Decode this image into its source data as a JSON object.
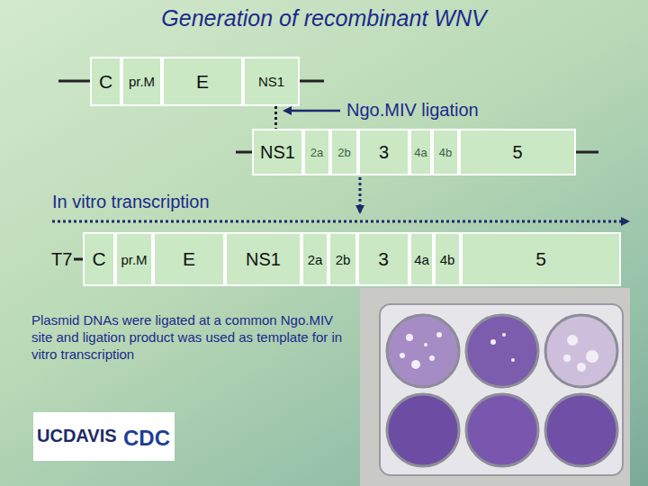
{
  "diagram": {
    "title": "Generation of recombinant WNV",
    "nodes": [
      {
        "text": [
          "C"
        ]
      },
      {
        "text": [
          "pr.M"
        ]
      },
      {
        "text": [
          "E"
        ]
      },
      {
        "text": [
          "NS1"
        ]
      },
      {
        "text": [
          "NS1"
        ]
      },
      {
        "text": [
          "2a"
        ]
      },
      {
        "text": [
          "2b"
        ]
      },
      {
        "text": [
          "3"
        ]
      },
      {
        "text": [
          "4a"
        ]
      },
      {
        "text": [
          "4b"
        ]
      },
      {
        "text": [
          "5"
        ]
      },
      {
        "text": [
          "C"
        ]
      },
      {
        "text": [
          "pr.M"
        ]
      },
      {
        "text": [
          "E"
        ]
      },
      {
        "text": [
          "NS1"
        ]
      },
      {
        "text": [
          "2a"
        ]
      },
      {
        "text": [
          "2b"
        ]
      },
      {
        "text": [
          "3"
        ]
      },
      {
        "text": [
          "4a"
        ]
      },
      {
        "text": [
          "4b"
        ]
      },
      {
        "text": [
          "5"
        ]
      }
    ],
    "edges": [
      {
        "from": 3,
        "to": 4,
        "arrow": "none"
      }
    ],
    "labels": [
      "Ngo.MIV ligation",
      "In vitro transcription",
      "T7",
      "Plasmid DNAs were ligated at a common Ngo.MIV site and ligation product was used as template for in vitro transcription",
      "UCDAVIS",
      "CDC"
    ]
  }
}
